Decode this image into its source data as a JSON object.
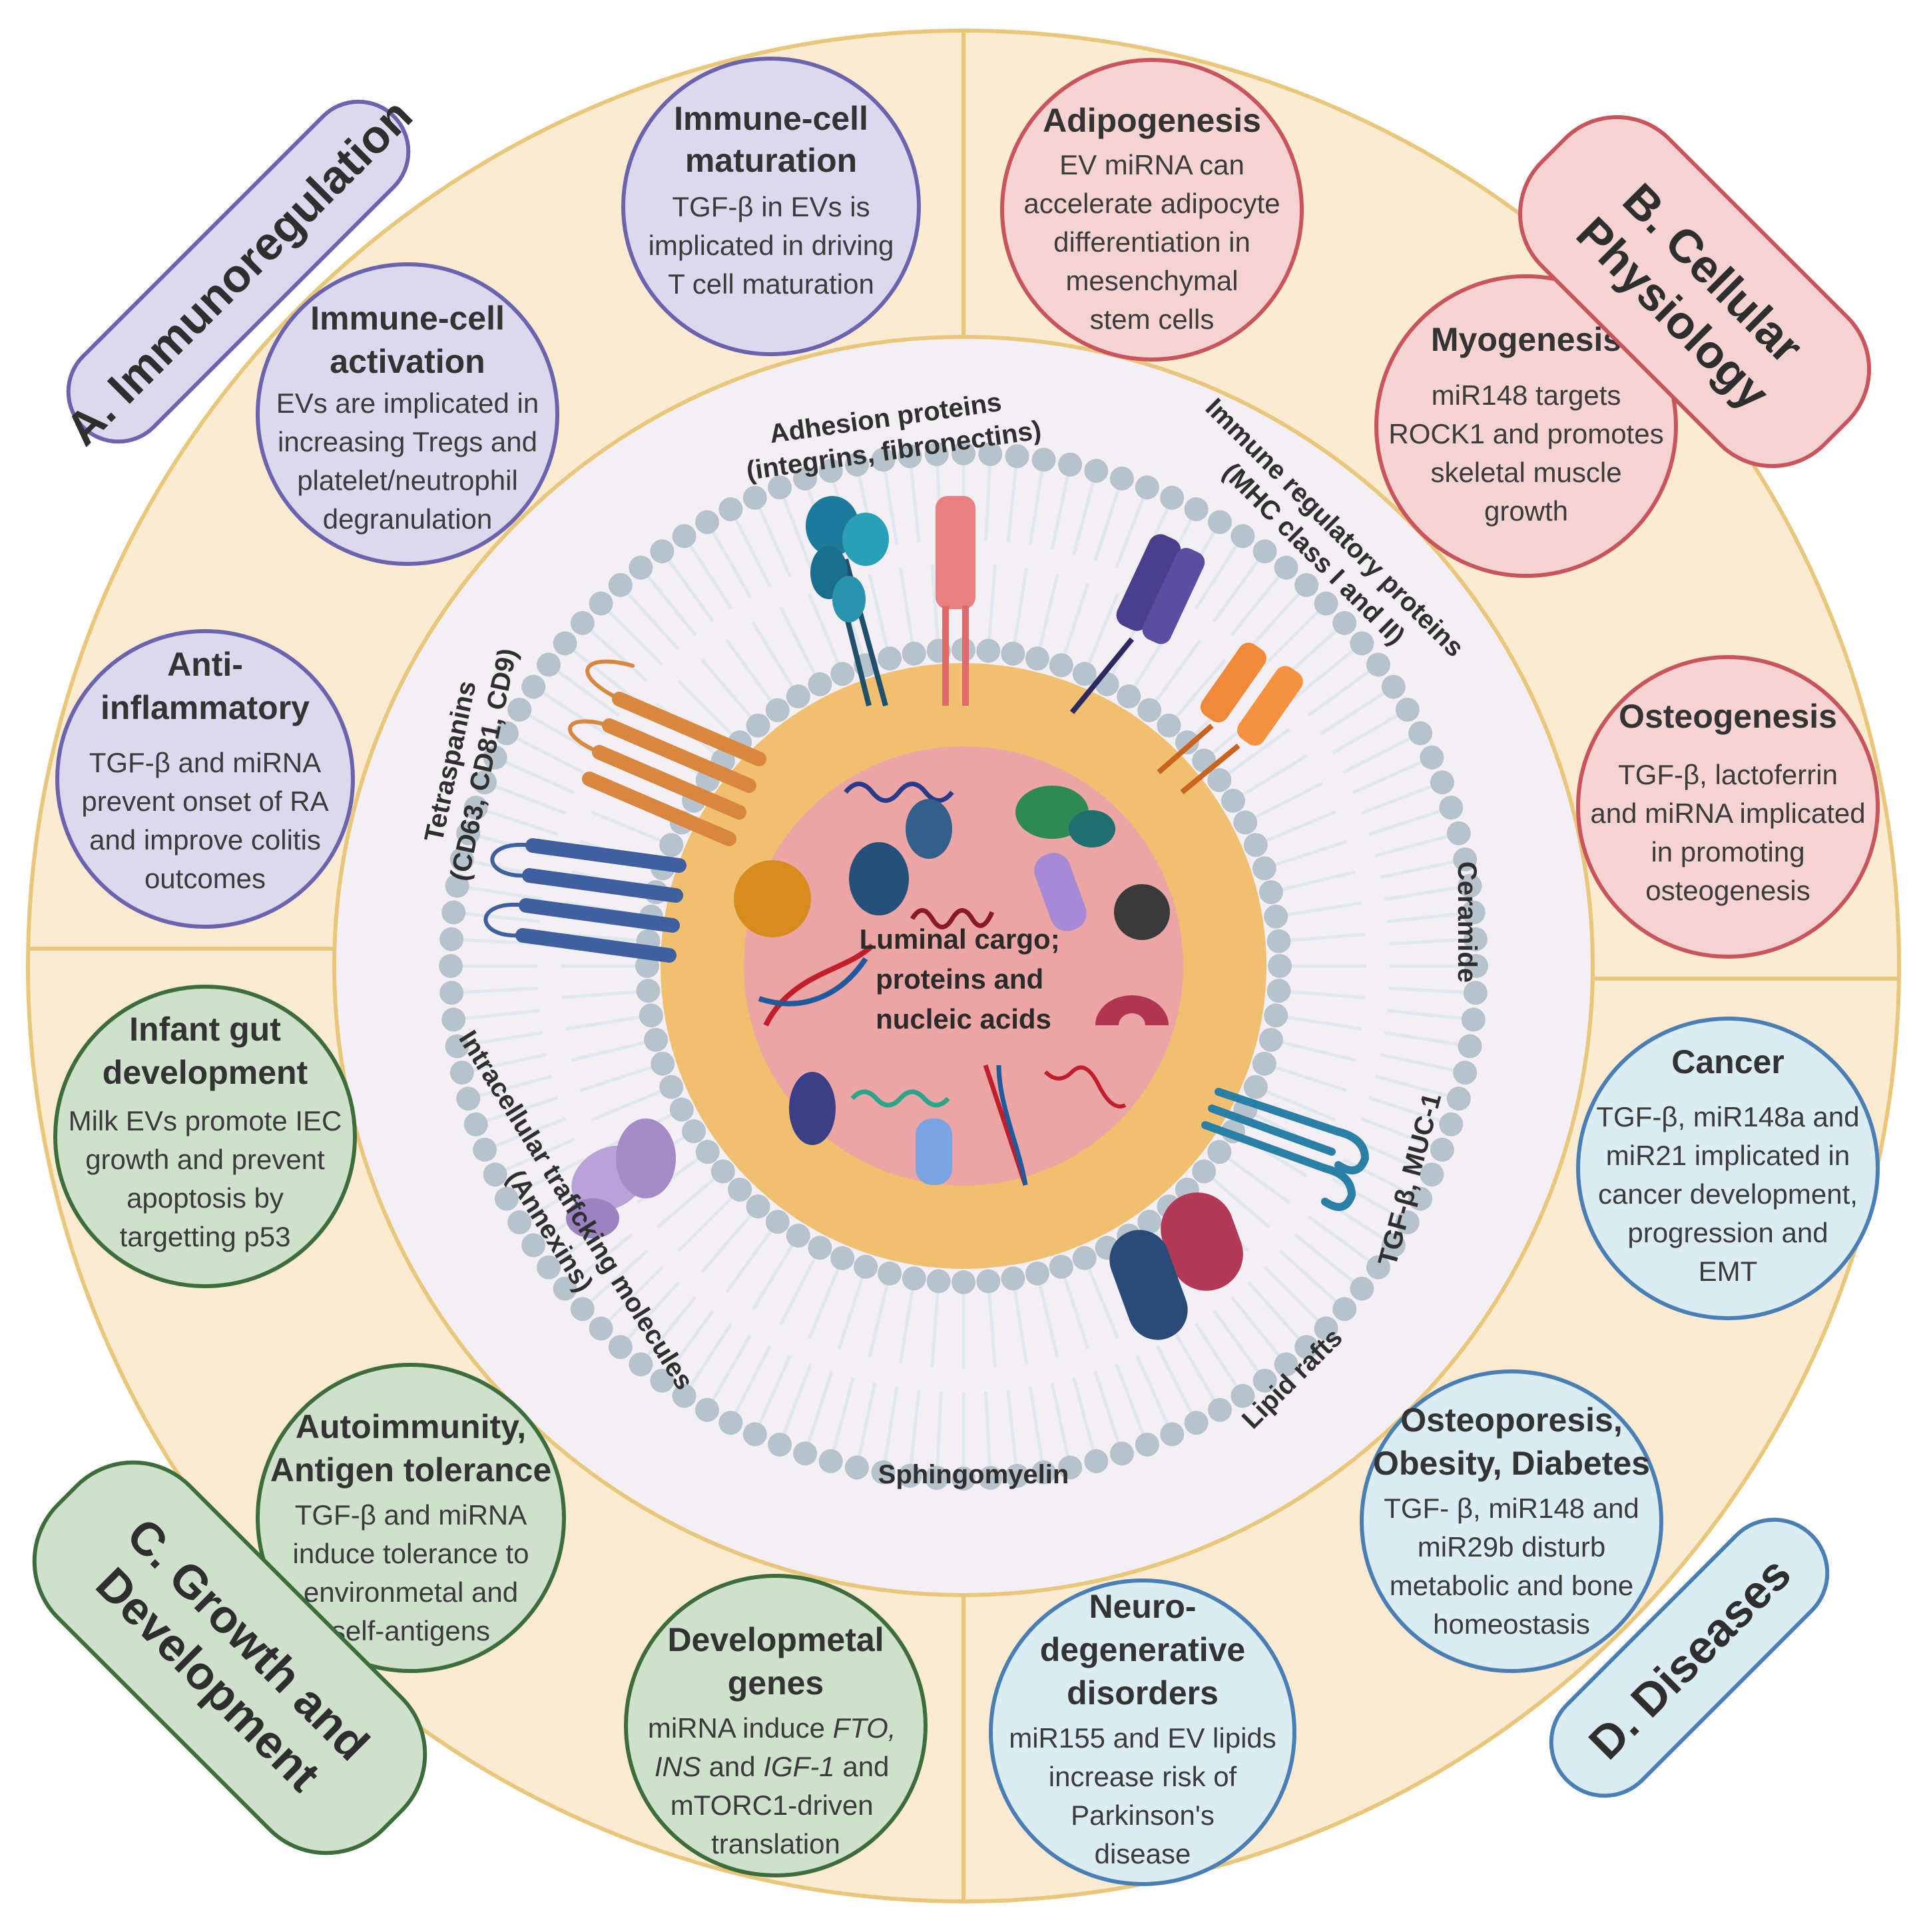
{
  "colors": {
    "outer_ring": "#fcebd3",
    "outer_stroke": "#e8c77a",
    "membrane_bg": "#f4eff5",
    "lumen": "#f0bf70",
    "cargo_core": "#eba5a5",
    "lipid_head": "#b7c3cc",
    "lipid_tail": "#dfe7ef",
    "purple_fill": "#dcd9ee",
    "purple_stroke": "#6b63ad",
    "red_fill": "#f5d3d3",
    "red_stroke": "#c9545c",
    "green_fill": "#cfe0cc",
    "green_stroke": "#3e6d3c",
    "blue_fill": "#dcecf3",
    "blue_stroke": "#4a7fb5"
  },
  "sections": {
    "A": {
      "label": "A. Immunoregulation"
    },
    "B": {
      "label_line1": "B. Cellular",
      "label_line2": "Physiology"
    },
    "C": {
      "label_line1": "C. Growth and",
      "label_line2": "Development"
    },
    "D": {
      "label": "D. Diseases"
    }
  },
  "bubbles": {
    "immune_maturation": {
      "title": [
        "Immune-cell",
        "maturation"
      ],
      "body": [
        "TGF-β in EVs is",
        "implicated in driving",
        "T cell maturation"
      ]
    },
    "immune_activation": {
      "title": [
        "Immune-cell",
        "activation"
      ],
      "body": [
        "EVs are implicated in",
        "increasing Tregs and",
        "platelet/neutrophil",
        "degranulation"
      ]
    },
    "anti_inflammatory": {
      "title": [
        "Anti-",
        "inflammatory"
      ],
      "body": [
        "TGF-β and miRNA",
        "prevent onset of RA",
        "and improve colitis",
        "outcomes"
      ]
    },
    "adipogenesis": {
      "title": [
        "Adipogenesis"
      ],
      "body": [
        "EV miRNA can",
        "accelerate adipocyte",
        "differentiation in",
        "mesenchymal",
        "stem cells"
      ]
    },
    "myogenesis": {
      "title": [
        "Myogenesis"
      ],
      "body": [
        "miR148 targets",
        "ROCK1 and promotes",
        "skeletal muscle",
        "growth"
      ]
    },
    "osteogenesis": {
      "title": [
        "Osteogenesis"
      ],
      "body": [
        "TGF-β, lactoferrin",
        "and miRNA implicated",
        "in promoting",
        "osteogenesis"
      ]
    },
    "infant_gut": {
      "title": [
        "Infant gut",
        "development"
      ],
      "body": [
        "Milk EVs promote IEC",
        "growth and prevent",
        "apoptosis by",
        "targetting p53"
      ]
    },
    "autoimmunity": {
      "title": [
        "Autoimmunity,",
        "Antigen tolerance"
      ],
      "body": [
        "TGF-β and  miRNA",
        "induce tolerance to",
        "environmetal and",
        "self-antigens"
      ]
    },
    "dev_genes": {
      "title": [
        "Developmetal",
        "genes"
      ],
      "body_line1": "miRNA induce",
      "gene_fto": "FTO,",
      "gene_ins": "INS",
      "word_and1": "and",
      "gene_igf": "IGF-1",
      "word_and2": "and",
      "body_line3": "mTORC1-driven",
      "body_line4": "translation"
    },
    "cancer": {
      "title": [
        "Cancer"
      ],
      "body": [
        "TGF-β, miR148a and",
        "miR21 implicated in",
        "cancer development,",
        "progression and",
        "EMT"
      ]
    },
    "osteoporosis": {
      "title": [
        "Osteoporesis,",
        "Obesity, Diabetes"
      ],
      "body": [
        "TGF- β, miR148 and",
        "miR29b disturb",
        "metabolic and bone",
        "homeostasis"
      ]
    },
    "neuro": {
      "title": [
        "Neuro-",
        "degenerative",
        "disorders"
      ],
      "body": [
        "miR155 and EV lipids",
        "increase risk of",
        "Parkinson's",
        "disease"
      ]
    }
  },
  "membrane": {
    "adhesion": [
      "Adhesion proteins",
      "(integrins, fibronectins)"
    ],
    "immune_reg": [
      "Immune regulatory proteins",
      "(MHC class I and II)"
    ],
    "tetraspanins": [
      "Tetraspanins",
      "(CD63, CD81, CD9)"
    ],
    "ceramide": "Ceramide",
    "tgf_muc": "TGF-β, MUC-1",
    "lipid_rafts": "Lipid rafts",
    "sphingomyelin": "Sphingomyelin",
    "trafficking": [
      "Intracellular traffcking molecules",
      "(Annexins)"
    ],
    "cargo": [
      "Luminal cargo;",
      "proteins and",
      "nucleic acids"
    ]
  }
}
